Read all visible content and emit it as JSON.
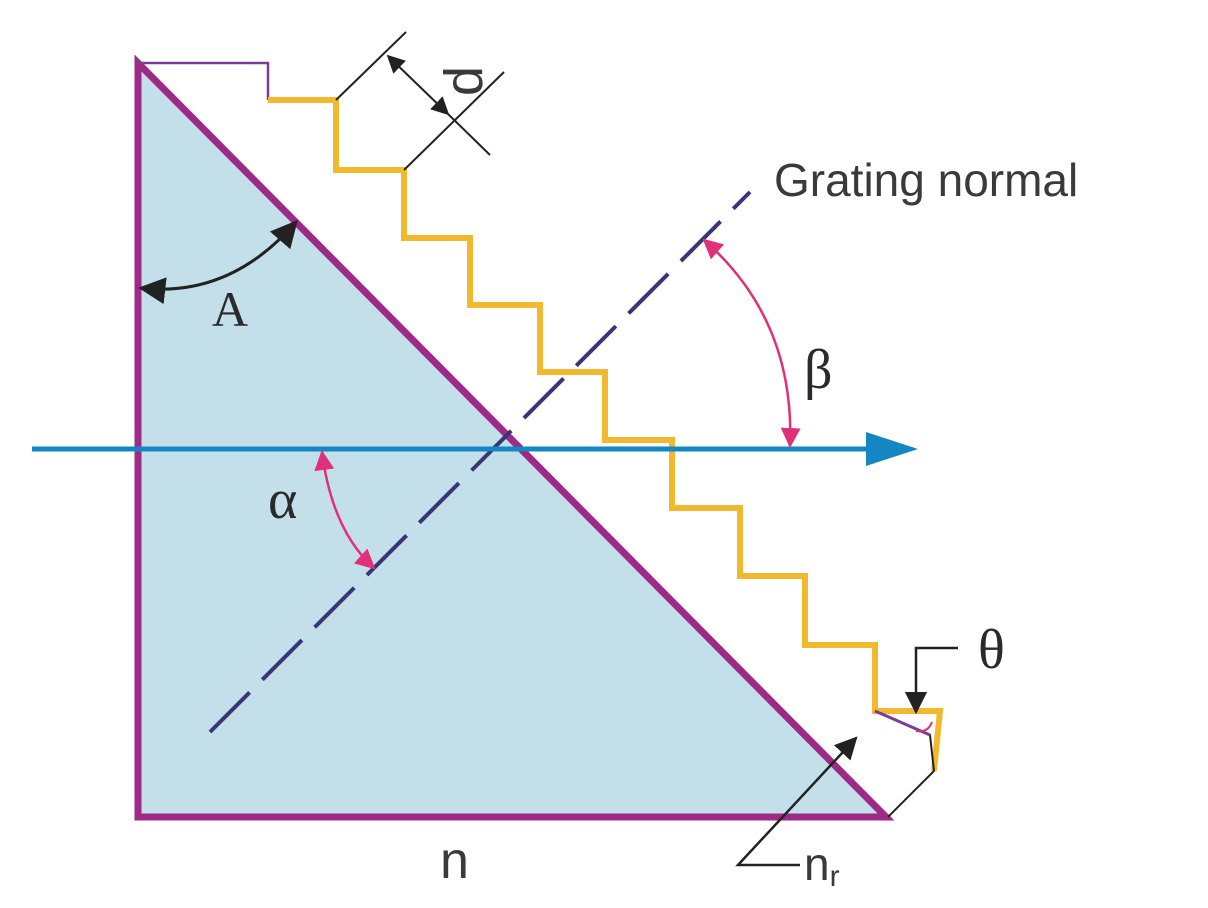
{
  "labels": {
    "grating_normal": "Grating normal",
    "d": "d",
    "A": "A",
    "beta": "β",
    "alpha": "α",
    "theta": "θ",
    "n": "n",
    "nr_base": "n",
    "nr_sub": "r"
  },
  "colors": {
    "prism_fill": "#c3e0ea",
    "prism_edge": "#9c2a86",
    "grating": "#f2b92e",
    "grating_cap": "#7a3d96",
    "normal_line": "#3b3478",
    "ray": "#1586c4",
    "angle_arc": "#e0307a",
    "annotation": "#222222"
  }
}
